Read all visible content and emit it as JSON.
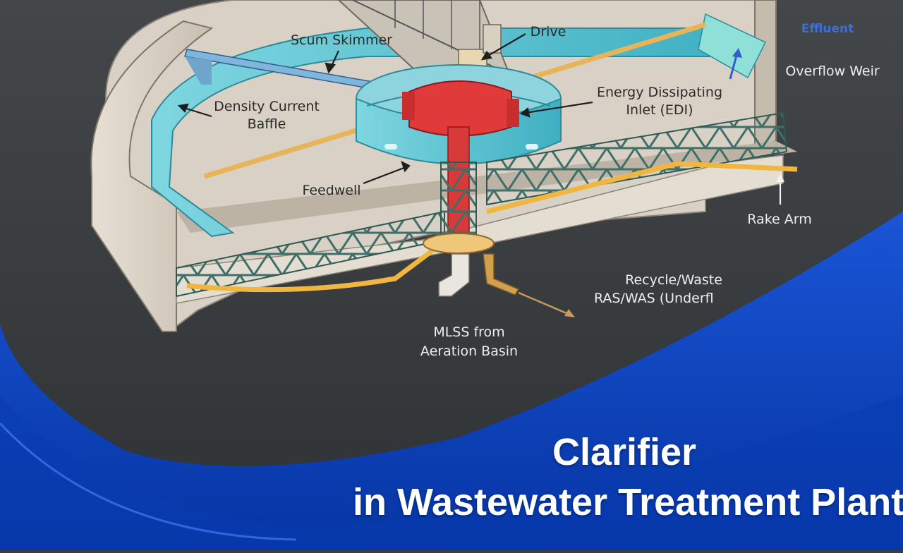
{
  "labels": {
    "scum_skimmer": "Scum Skimmer",
    "drive": "Drive",
    "effluent": "Effluent",
    "overflow_weir": "Overflow Weir",
    "density_current_baffle_1": "Density Current",
    "density_current_baffle_2": "Baffle",
    "edi_1": "Energy Dissipating",
    "edi_2": "Inlet (EDI)",
    "feedwell": "Feedwell",
    "rake_arm": "Rake Arm",
    "recycle_1": "Recycle/Waste",
    "recycle_2": "RAS/WAS (Underfl",
    "mlss_1": "MLSS from",
    "mlss_2": "Aeration Basin"
  },
  "title": {
    "line1": "Clarifier",
    "line2": "in Wastewater Treatment Plant"
  },
  "colors": {
    "background": "#3a3d40",
    "banner_blue": "#0a3fb4",
    "banner_dark": "#05288a",
    "teal": "#5fc6d4",
    "concrete": "#d8d0c4",
    "feed_pipe_red": "#e03a3a",
    "rake_orange": "#f0b640",
    "truss_green": "#3f6f68"
  }
}
